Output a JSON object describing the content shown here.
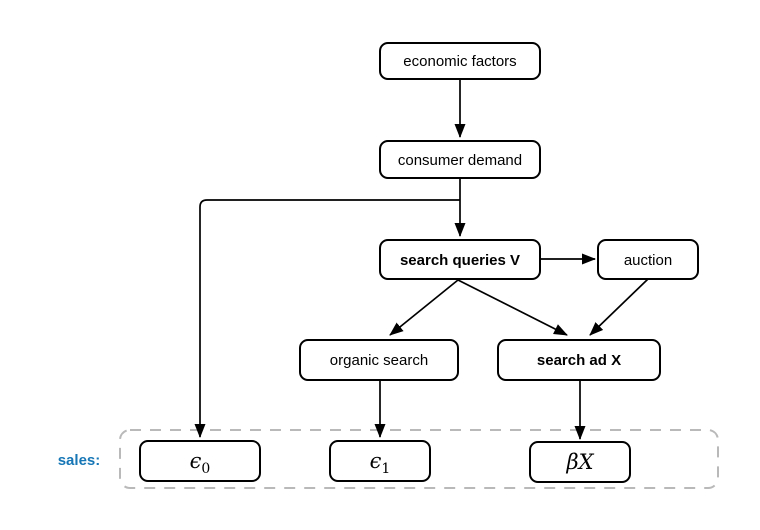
{
  "figure": {
    "background_color": "#ffffff",
    "accent_color": "#1777b6",
    "edge_color": "#000000",
    "sales_region_border_color": "#b9b9b9",
    "nodes": {
      "economic": {
        "label": "economic factors"
      },
      "demand": {
        "label": "consumer demand"
      },
      "queries": {
        "label": "search queries V"
      },
      "auction": {
        "label": "auction"
      },
      "organic": {
        "label": "organic search"
      },
      "ad": {
        "label": "search ad X"
      }
    },
    "edges": [
      "economic factors -> consumer demand",
      "consumer demand -> search queries V",
      "consumer demand -> epsilon0",
      "search queries V -> auction",
      "search queries V -> organic search",
      "search queries V -> search ad X",
      "auction -> search ad X",
      "organic search -> epsilon1",
      "search ad X -> betaX"
    ],
    "sales": {
      "label": "sales:",
      "terms": [
        {
          "symbol": "ϵ",
          "subscript": "0"
        },
        {
          "symbol": "ϵ",
          "subscript": "1"
        },
        {
          "symbol": "βX",
          "subscript": ""
        }
      ]
    }
  }
}
